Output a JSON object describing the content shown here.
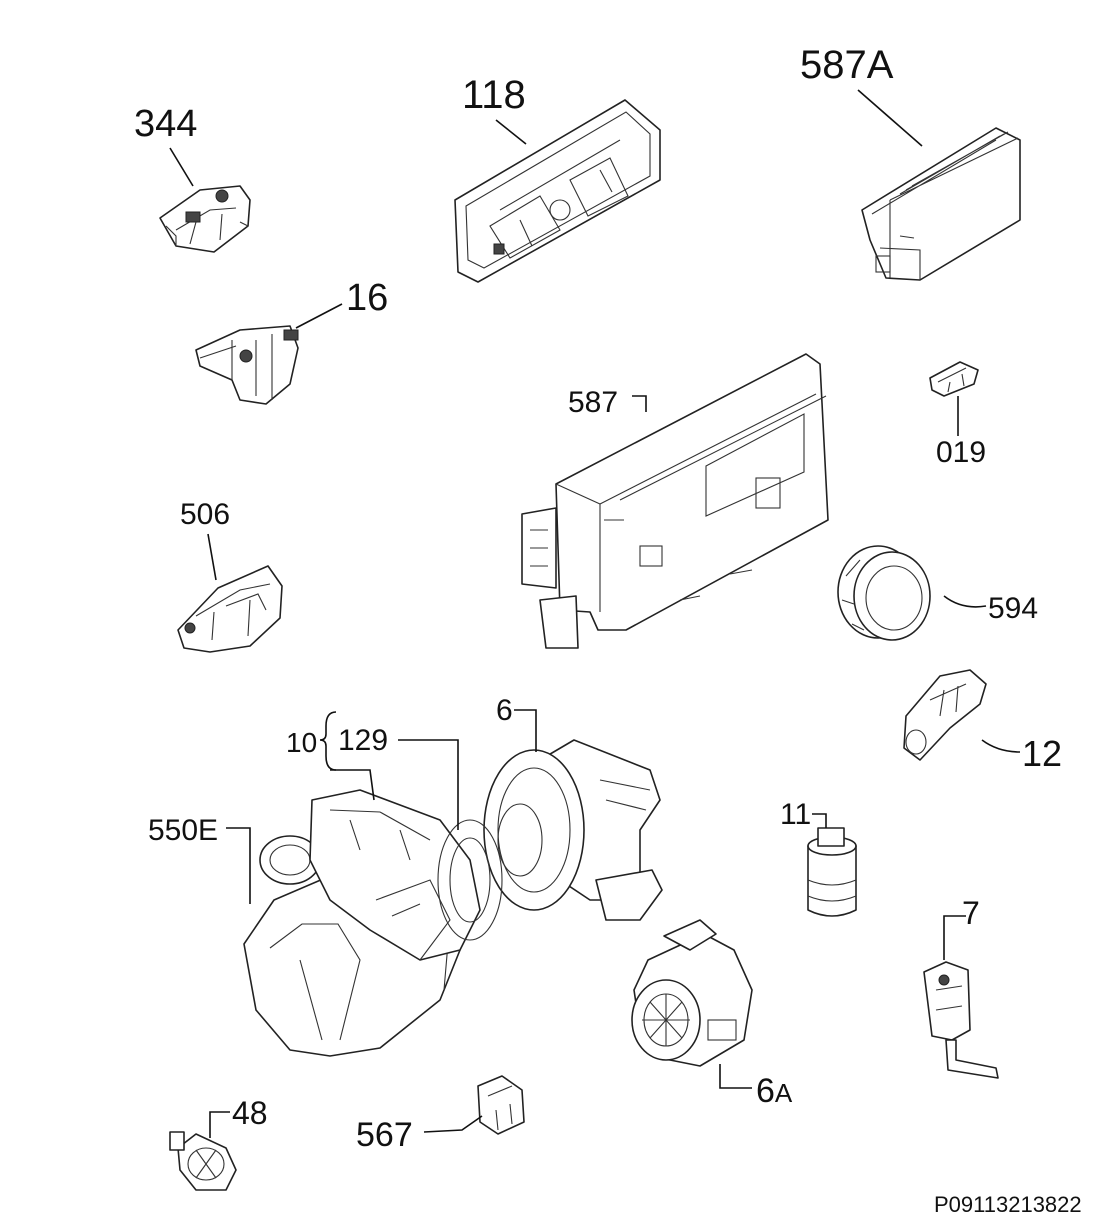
{
  "labels": {
    "p344": "344",
    "p118": "118",
    "p587A": "587A",
    "p16": "16",
    "p587": "587",
    "p019": "019",
    "p506": "506",
    "p594": "594",
    "p6": "6",
    "p10": "10",
    "p129": "129",
    "p12": "12",
    "p550E": "550E",
    "p11": "11",
    "p7": "7",
    "p6A_num": "6",
    "p6A_suffix": "A",
    "p48": "48",
    "p567": "567"
  },
  "footer": {
    "code": "P09113213822"
  }
}
